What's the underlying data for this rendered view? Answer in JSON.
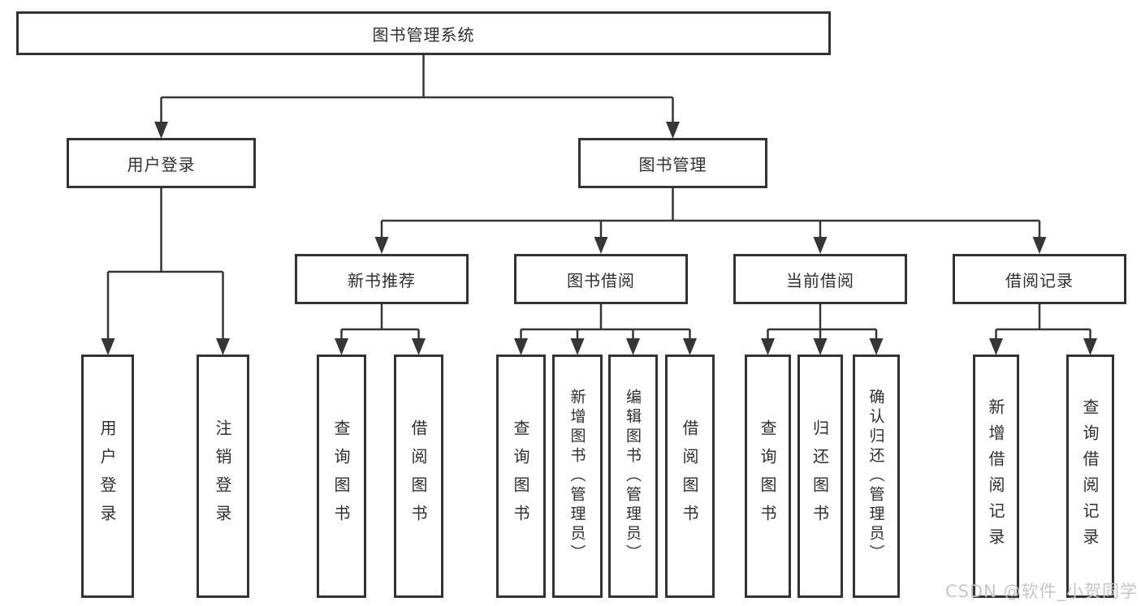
{
  "colors": {
    "background": "#ffffff",
    "line": "#363636",
    "box_border": "#333333",
    "text": "#2f2f2f",
    "watermark": "#c6c6c6"
  },
  "tree": {
    "root": {
      "label": "图书管理系统",
      "children": [
        {
          "label": "用户登录",
          "children": [
            {
              "label": "用户登录"
            },
            {
              "label": "注销登录"
            }
          ]
        },
        {
          "label": "图书管理",
          "children": [
            {
              "label": "新书推荐",
              "children": [
                {
                  "label": "查询图书"
                },
                {
                  "label": "借阅图书"
                }
              ]
            },
            {
              "label": "图书借阅",
              "children": [
                {
                  "label": "查询图书"
                },
                {
                  "label": "新增图书（管理员）"
                },
                {
                  "label": "编辑图书（管理员）"
                },
                {
                  "label": "借阅图书"
                }
              ]
            },
            {
              "label": "当前借阅",
              "children": [
                {
                  "label": "查询图书"
                },
                {
                  "label": "归还图书"
                },
                {
                  "label": "确认归还（管理员）"
                }
              ]
            },
            {
              "label": "借阅记录",
              "children": [
                {
                  "label": "新增借阅记录"
                },
                {
                  "label": "查询借阅记录"
                }
              ]
            }
          ]
        }
      ]
    }
  },
  "watermark": {
    "text": "CSDN @软件_小贺同学"
  }
}
